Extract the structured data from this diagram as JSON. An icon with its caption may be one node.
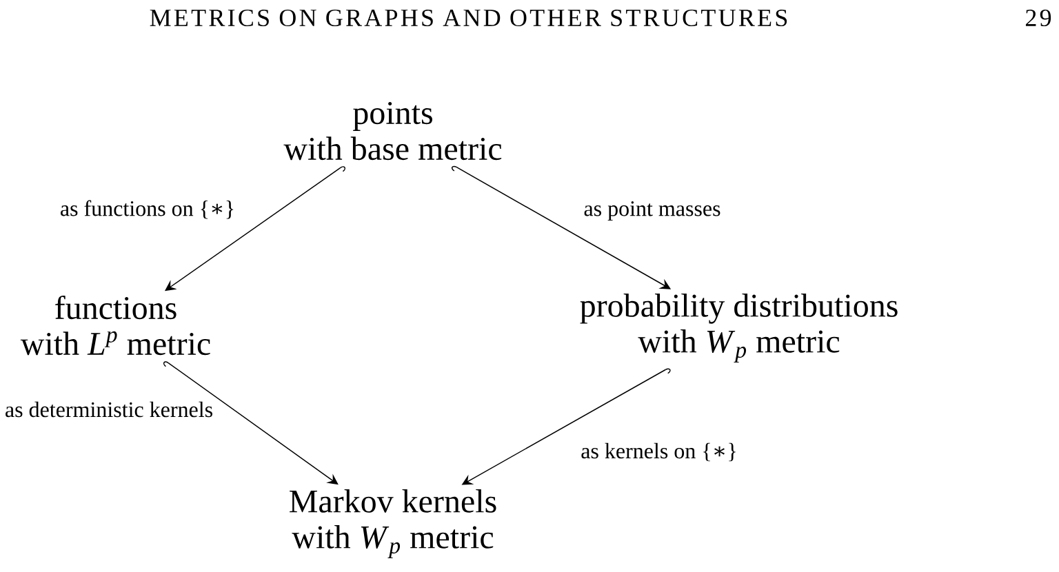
{
  "diagram": {
    "nodes": [
      {
        "text": [
          "points with base metric"
        ]
      },
      {
        "text": [
          "functions with *L*$^{p}$ metric"
        ]
      },
      {
        "text": [
          "probability distributions with *W*$_{p}$ metric"
        ]
      },
      {
        "text": [
          "Markov kernels with *W*$_{p}$ metric"
        ]
      }
    ],
    "edges": [
      {
        "from": 0,
        "to": 1,
        "arrow": "to",
        "label": "as functions on {∗}"
      },
      {
        "from": 0,
        "to": 2,
        "arrow": "to",
        "label": "as point masses"
      },
      {
        "from": 1,
        "to": 3,
        "arrow": "to",
        "label": "as deterministic kernels"
      },
      {
        "from": 2,
        "to": 3,
        "arrow": "to",
        "label": "as kernels on {∗}"
      }
    ],
    "labels": [
      "METRICS ON GRAPHS AND OTHER STRUCTURES",
      "29"
    ]
  }
}
